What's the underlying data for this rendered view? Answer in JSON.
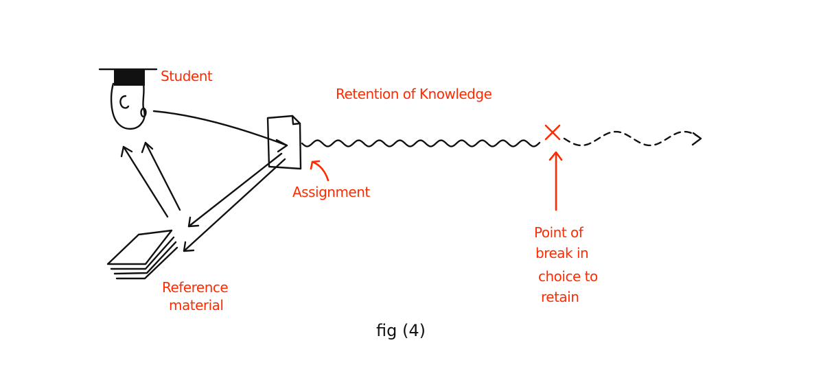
{
  "labels": {
    "student": "Student",
    "retention": "Retention of Knowledge",
    "assignment": "Assignment",
    "reference_line1": "Reference",
    "reference_line2": "material",
    "break_line1": "Point of",
    "break_line2": "break in",
    "break_line3": "choice to",
    "break_line4": "retain",
    "figure_caption": "fig (4)"
  },
  "colors": {
    "ink": "#111111",
    "annotation": "#ff2a00",
    "background": "#ffffff"
  },
  "icons": [
    "student-head-icon",
    "graduation-cap-icon",
    "document-icon",
    "paper-stack-icon",
    "break-x-icon"
  ]
}
